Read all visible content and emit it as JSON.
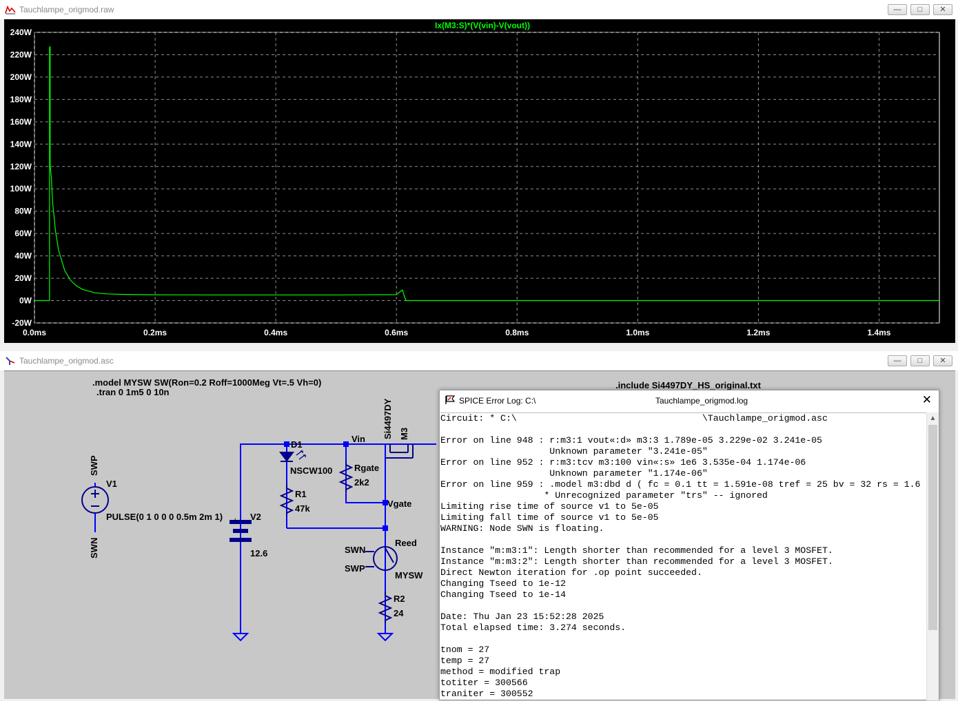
{
  "waveform_window": {
    "title": "Tauchlampe_origmod.raw",
    "trace_label": "Ix(M3:S)*(V(vin)-V(vout))",
    "colors": {
      "trace": "#00ff00",
      "background": "#000000",
      "grid": "#808080",
      "axis_text": "#ffffff"
    },
    "chart_data": {
      "type": "line",
      "title": "Ix(M3:S)*(V(vin)-V(vout))",
      "x_unit": "ms",
      "y_unit": "W",
      "x_range": [
        0.0,
        1.5
      ],
      "y_range": [
        -20,
        240
      ],
      "x_tick_labels": [
        "0.0ms",
        "0.2ms",
        "0.4ms",
        "0.6ms",
        "0.8ms",
        "1.0ms",
        "1.2ms",
        "1.4ms"
      ],
      "y_tick_labels": [
        "240W",
        "220W",
        "200W",
        "180W",
        "160W",
        "140W",
        "120W",
        "100W",
        "80W",
        "60W",
        "40W",
        "20W",
        "0W",
        "-20W"
      ],
      "grid": true,
      "series": [
        {
          "x": [
            0.0,
            0.025,
            0.025,
            0.026,
            0.026,
            0.028,
            0.03,
            0.035,
            0.04,
            0.05,
            0.06,
            0.07,
            0.08,
            0.1,
            0.12,
            0.15,
            0.2,
            0.3,
            0.4,
            0.5,
            0.6,
            0.606,
            0.61,
            0.613,
            0.616,
            1.5
          ],
          "y": [
            0,
            0,
            227,
            227,
            121,
            110,
            88,
            62,
            45,
            27,
            18,
            13,
            10,
            7,
            6,
            5.5,
            5.2,
            5.1,
            5.1,
            5.1,
            5.3,
            8,
            9.5,
            4,
            0,
            0
          ]
        }
      ]
    }
  },
  "schematic_window": {
    "title": "Tauchlampe_origmod.asc",
    "directives": {
      "model": ".model MYSW SW(Ron=0.2 Roff=1000Meg Vt=.5 Vh=0)",
      "tran": ".tran 0 1m5 0 10n",
      "include": ".include Si4497DY_HS_original.txt"
    },
    "labels": {
      "swp_top": "SWP",
      "v1": "V1",
      "v1_value": "PULSE(0 1 0 0 0 0.5m 2m 1)",
      "swn_bottom": "SWN",
      "d1": "D1",
      "d1_model": "NSCW100",
      "vin": "Vin",
      "m3_model": "Si4497DY",
      "m3": "M3",
      "rgate": "Rgate",
      "rgate_value": "2k2",
      "vgate": "Vgate",
      "r1": "R1",
      "r1_value": "47k",
      "v2": "V2",
      "v2_value": "12.6",
      "reed": "Reed",
      "swn_reed": "SWN",
      "swp_reed": "SWP",
      "mysw": "MYSW",
      "r2": "R2",
      "r2_value": "24"
    }
  },
  "error_log": {
    "title": "SPICE Error Log: C:\\",
    "title_file": "Tauchlampe_origmod.log",
    "lines": [
      "Circuit: * C:\\                                  \\Tauchlampe_origmod.asc",
      "",
      "Error on line 948 : r:m3:1 vout«:d» m3:3 1.789e-05 3.229e-02 3.241e-05",
      "                    Unknown parameter \"3.241e-05\"",
      "Error on line 952 : r:m3:tcv m3:100 vin«:s» 1e6 3.535e-04 1.174e-06",
      "                    Unknown parameter \"1.174e-06\"",
      "Error on line 959 : .model m3:dbd d ( fc = 0.1 tt = 1.591e-08 tref = 25 bv = 32 rs = 1.6",
      "                   * Unrecognized parameter \"trs\" -- ignored",
      "Limiting rise time of source v1 to 5e-05",
      "Limiting fall time of source v1 to 5e-05",
      "WARNING: Node SWN is floating.",
      "",
      "Instance \"m:m3:1\": Length shorter than recommended for a level 3 MOSFET.",
      "Instance \"m:m3:2\": Length shorter than recommended for a level 3 MOSFET.",
      "Direct Newton iteration for .op point succeeded.",
      "Changing Tseed to 1e-12",
      "Changing Tseed to 1e-14",
      "",
      "Date: Thu Jan 23 15:52:28 2025",
      "Total elapsed time: 3.274 seconds.",
      "",
      "tnom = 27",
      "temp = 27",
      "method = modified trap",
      "totiter = 300566",
      "traniter = 300552"
    ]
  },
  "window_buttons": {
    "minimize": "—",
    "maximize": "□",
    "close": "✕"
  },
  "err_close": "✕",
  "scroll_up": "▲",
  "colors": {
    "wire": "#0000ff",
    "junction": "#0000ff",
    "schematic_bg": "#c8c8c8"
  }
}
